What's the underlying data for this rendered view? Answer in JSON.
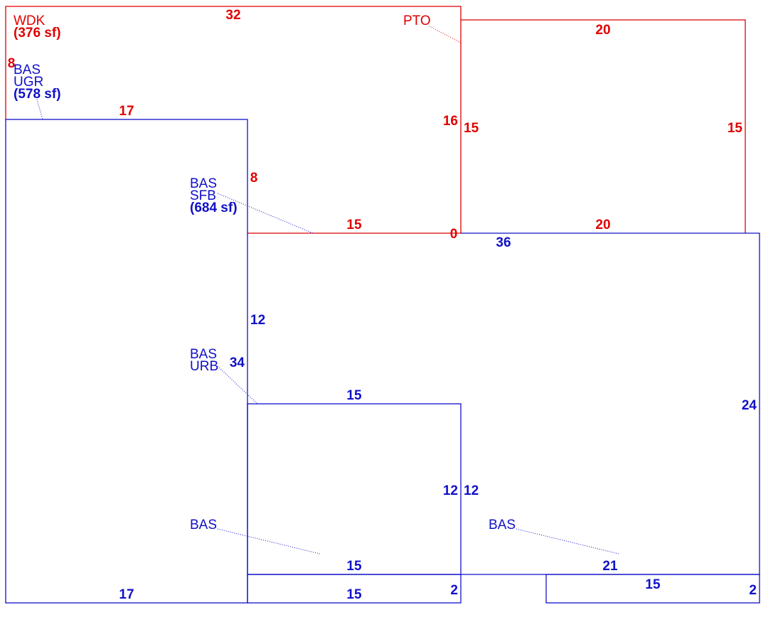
{
  "colors": {
    "red": "#e00000",
    "blue": "#1010c8"
  },
  "dimensions": {
    "wdk_top": "32",
    "wdk_left": "8",
    "wdk_bottom_left": "17",
    "wdk_inner_right": "8",
    "wdk_bottom": "15",
    "wdk_right": "16",
    "wdk_zero": "0",
    "pto_top": "20",
    "pto_left": "15",
    "pto_right": "15",
    "pto_bottom": "20",
    "ugr_right": "34",
    "ugr_bottom": "17",
    "sfb_top": "36",
    "sfb_left": "12",
    "sfb_right": "24",
    "sfb_bottom": "21",
    "urb_top": "15",
    "urb_right": "12",
    "urb_left_side": "12",
    "urb_bottom": "15",
    "strip_left_bottom": "15",
    "strip_left_right": "2",
    "strip_right_top": "15",
    "strip_right_right": "2"
  },
  "labels": {
    "wdk": {
      "code": "WDK",
      "area": "(376 sf)"
    },
    "pto": {
      "code": "PTO"
    },
    "ugr": {
      "type": "BAS",
      "code": "UGR",
      "area": "(578 sf)"
    },
    "sfb": {
      "type": "BAS",
      "code": "SFB",
      "area": "(684 sf)"
    },
    "urb": {
      "type": "BAS",
      "code": "URB"
    },
    "bas_left": {
      "type": "BAS"
    },
    "bas_right": {
      "type": "BAS"
    }
  }
}
